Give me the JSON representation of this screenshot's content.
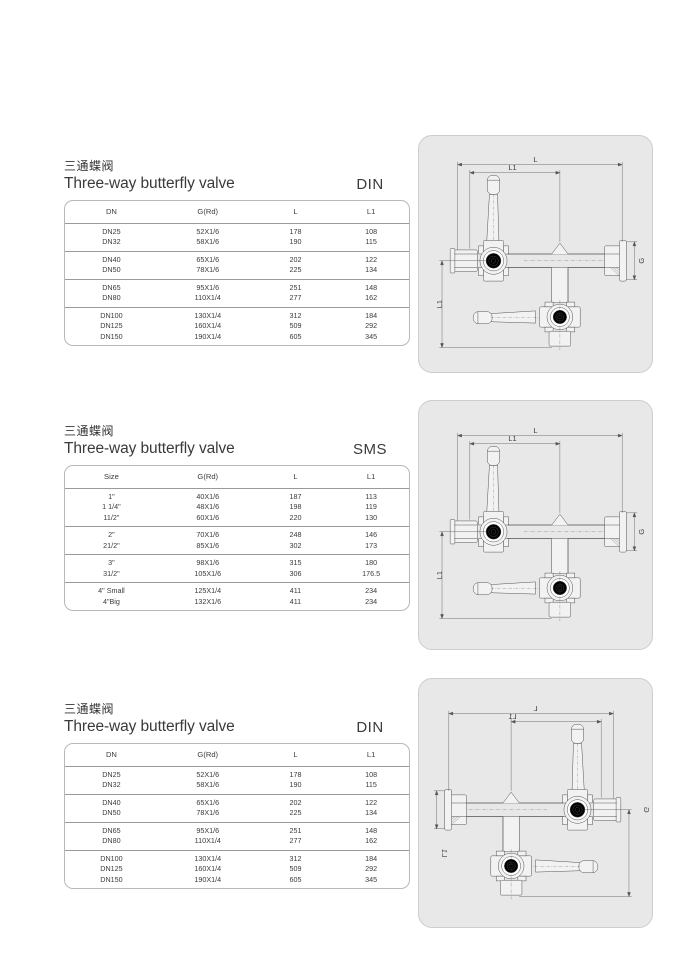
{
  "page": {
    "background": "#ffffff",
    "panel_color": "#e8e8e8",
    "line_color": "#3b3b3b"
  },
  "sections": [
    {
      "id": "din-top",
      "title_cn": "三通蝶阀",
      "title_en": "Three-way butterfly valve",
      "standard": "DIN",
      "table": {
        "headers": [
          "DN",
          "G(Rd)",
          "L",
          "L1"
        ],
        "groups": [
          [
            {
              "dn": "DN25",
              "g": "52X1/6",
              "l": "178",
              "l1": "108"
            },
            {
              "dn": "DN32",
              "g": "58X1/6",
              "l": "190",
              "l1": "115"
            }
          ],
          [
            {
              "dn": "DN40",
              "g": "65X1/6",
              "l": "202",
              "l1": "122"
            },
            {
              "dn": "DN50",
              "g": "78X1/6",
              "l": "225",
              "l1": "134"
            }
          ],
          [
            {
              "dn": "DN65",
              "g": "95X1/6",
              "l": "251",
              "l1": "148"
            },
            {
              "dn": "DN80",
              "g": "110X1/4",
              "l": "277",
              "l1": "162"
            }
          ],
          [
            {
              "dn": "DN100",
              "g": "130X1/4",
              "l": "312",
              "l1": "184"
            },
            {
              "dn": "DN125",
              "g": "160X1/4",
              "l": "509",
              "l1": "292"
            },
            {
              "dn": "DN150",
              "g": "190X1/4",
              "l": "605",
              "l1": "345"
            }
          ]
        ]
      },
      "drawing": {
        "mirrored": false,
        "dim_labels": [
          "L",
          "L1",
          "L1",
          "G"
        ]
      }
    },
    {
      "id": "sms",
      "title_cn": "三通蝶阀",
      "title_en": "Three-way butterfly valve",
      "standard": "SMS",
      "table": {
        "headers": [
          "Size",
          "G(Rd)",
          "L",
          "L1"
        ],
        "groups": [
          [
            {
              "dn": "1\"",
              "g": "40X1/6",
              "l": "187",
              "l1": "113"
            },
            {
              "dn": "1 1/4\"",
              "g": "48X1/6",
              "l": "198",
              "l1": "119"
            },
            {
              "dn": "11/2\"",
              "g": "60X1/6",
              "l": "220",
              "l1": "130"
            }
          ],
          [
            {
              "dn": "2\"",
              "g": "70X1/6",
              "l": "248",
              "l1": "146"
            },
            {
              "dn": "21/2\"",
              "g": "85X1/6",
              "l": "302",
              "l1": "173"
            }
          ],
          [
            {
              "dn": "3\"",
              "g": "98X1/6",
              "l": "315",
              "l1": "180"
            },
            {
              "dn": "31/2\"",
              "g": "105X1/6",
              "l": "306",
              "l1": "176.5"
            }
          ],
          [
            {
              "dn": "4\" Small",
              "g": "125X1/4",
              "l": "411",
              "l1": "234"
            },
            {
              "dn": "4\"Big",
              "g": "132X1/6",
              "l": "411",
              "l1": "234"
            }
          ]
        ]
      },
      "drawing": {
        "mirrored": false,
        "dim_labels": [
          "L",
          "L1",
          "L1",
          "G"
        ]
      }
    },
    {
      "id": "din-bottom",
      "title_cn": "三通蝶阀",
      "title_en": "Three-way butterfly valve",
      "standard": "DIN",
      "table": {
        "headers": [
          "DN",
          "G(Rd)",
          "L",
          "L1"
        ],
        "groups": [
          [
            {
              "dn": "DN25",
              "g": "52X1/6",
              "l": "178",
              "l1": "108"
            },
            {
              "dn": "DN32",
              "g": "58X1/6",
              "l": "190",
              "l1": "115"
            }
          ],
          [
            {
              "dn": "DN40",
              "g": "65X1/6",
              "l": "202",
              "l1": "122"
            },
            {
              "dn": "DN50",
              "g": "78X1/6",
              "l": "225",
              "l1": "134"
            }
          ],
          [
            {
              "dn": "DN65",
              "g": "95X1/6",
              "l": "251",
              "l1": "148"
            },
            {
              "dn": "DN80",
              "g": "110X1/4",
              "l": "277",
              "l1": "162"
            }
          ],
          [
            {
              "dn": "DN100",
              "g": "130X1/4",
              "l": "312",
              "l1": "184"
            },
            {
              "dn": "DN125",
              "g": "160X1/4",
              "l": "509",
              "l1": "292"
            },
            {
              "dn": "DN150",
              "g": "190X1/4",
              "l": "605",
              "l1": "345"
            }
          ]
        ]
      },
      "drawing": {
        "mirrored": true,
        "dim_labels": [
          "L",
          "L1",
          "L1",
          "G"
        ]
      }
    }
  ]
}
